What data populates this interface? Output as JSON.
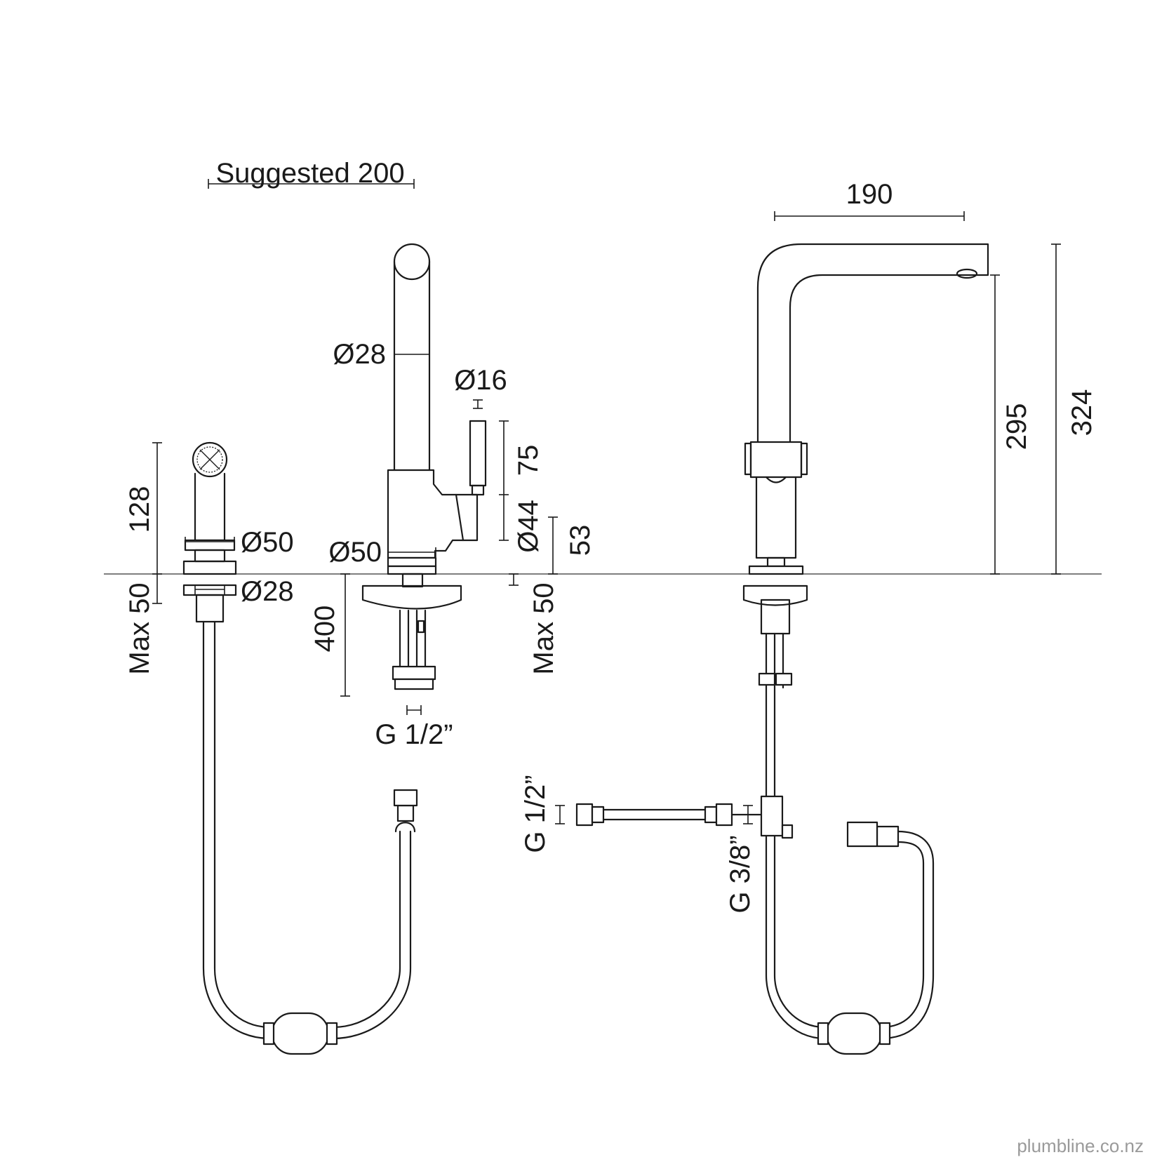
{
  "diagram": {
    "labels": {
      "suggested_spacing": "Suggested 200",
      "spout_reach": "190",
      "spout_diameter": "Ø28",
      "handle_diameter": "Ø16",
      "handspray_height": "128",
      "handspray_base_diameter": "Ø50",
      "handspray_shank_diameter": "Ø28",
      "handspray_max_deck": "Max 50",
      "mixer_base_diameter": "Ø50",
      "handle_length": "75",
      "handle_hub_diameter": "Ø44",
      "hub_height": "53",
      "flex_hose_length": "400",
      "mixer_max_deck": "Max 50",
      "inlet_thread": "G 1/2”",
      "connector_thread_left": "G 1/2”",
      "connector_thread_right": "G 3/8”",
      "outlet_height": "295",
      "total_height": "324"
    },
    "watermark": "plumbline.co.nz"
  }
}
